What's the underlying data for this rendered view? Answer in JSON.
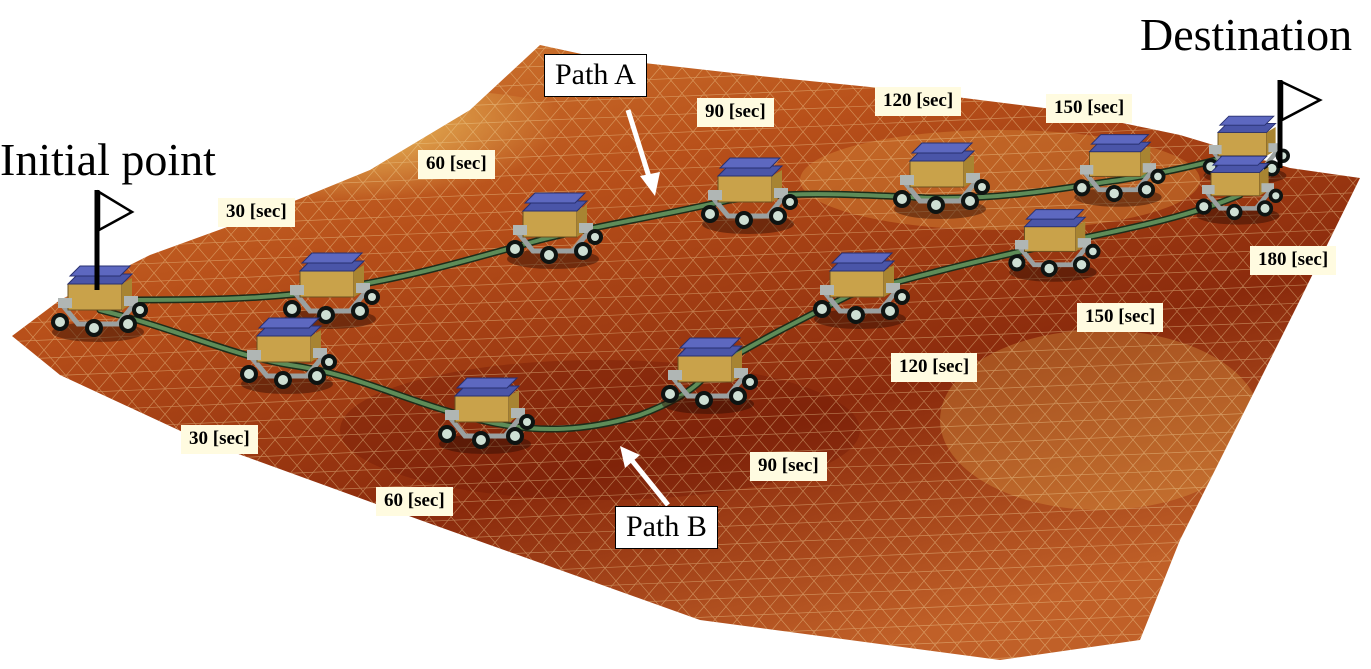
{
  "titles": {
    "start": "Initial point",
    "end": "Destination"
  },
  "paths": {
    "a": {
      "name": "Path A",
      "times": [
        "30 [sec]",
        "60  [sec]",
        "90 [sec]",
        "120 [sec]",
        "150 [sec]"
      ]
    },
    "b": {
      "name": "Path B",
      "times": [
        "30 [sec]",
        "60  [sec]",
        "90 [sec]",
        "120 [sec]",
        "150 [sec]",
        "180 [sec]"
      ]
    }
  },
  "colors": {
    "terrain_dark": "#7a1f08",
    "terrain_mid": "#b8501a",
    "terrain_light": "#e8b04a",
    "path_line": "#4f7a4a",
    "rover_panel": "#4a55a8",
    "rover_body": "#c9a24a"
  }
}
